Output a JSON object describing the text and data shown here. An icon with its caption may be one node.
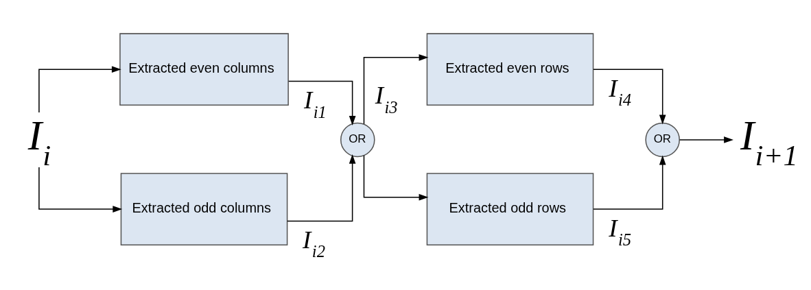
{
  "diagram": {
    "nodes": [
      {
        "text": [
          "I$_{i}$"
        ]
      },
      {
        "text": [
          "Extracted even columns"
        ]
      },
      {
        "text": [
          "Extracted odd columns"
        ]
      },
      {
        "text": [
          "OR"
        ]
      },
      {
        "text": [
          "Extracted even rows"
        ]
      },
      {
        "text": [
          "Extracted odd rows"
        ]
      },
      {
        "text": [
          "OR"
        ]
      },
      {
        "text": [
          "I$_{i+1}$"
        ]
      }
    ],
    "edges": [
      {
        "from": 0,
        "to": 1,
        "arrow": "to"
      },
      {
        "from": 0,
        "to": 2,
        "arrow": "to"
      },
      {
        "from": 1,
        "to": 3,
        "arrow": "to",
        "label": "I$_{i1}$"
      },
      {
        "from": 2,
        "to": 3,
        "arrow": "to",
        "label": "I$_{i2}$"
      },
      {
        "from": 3,
        "to": 4,
        "arrow": "to",
        "label": "I$_{i3}$"
      },
      {
        "from": 3,
        "to": 5,
        "arrow": "to"
      },
      {
        "from": 4,
        "to": 6,
        "arrow": "to",
        "label": "I$_{i4}$"
      },
      {
        "from": 5,
        "to": 6,
        "arrow": "to",
        "label": "I$_{i5}$"
      },
      {
        "from": 6,
        "to": 7,
        "arrow": "to"
      }
    ]
  }
}
